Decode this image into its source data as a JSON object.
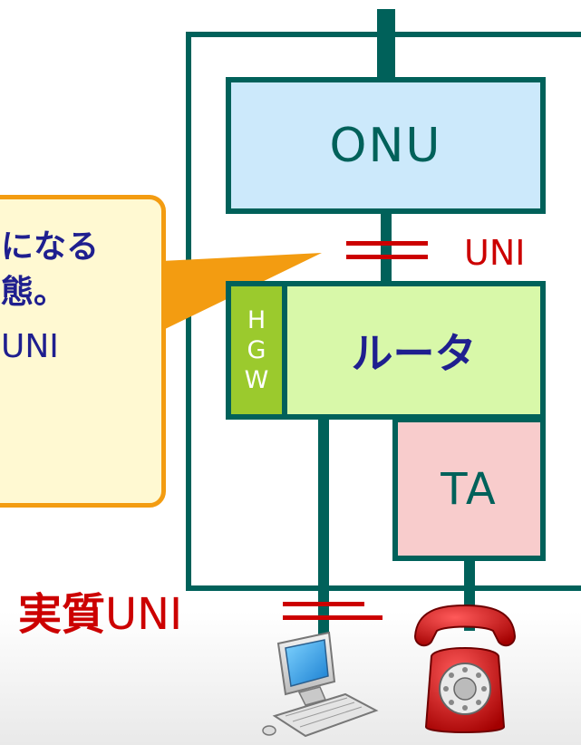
{
  "diagram": {
    "onu_label": "ONU",
    "router_label": "ルータ",
    "hgw_letters": [
      "H",
      "G",
      "W"
    ],
    "ta_label": "TA",
    "uni_label": "UNI",
    "effective_uni": {
      "prefix": "実質",
      "suffix": "UNI"
    },
    "callout_lines": [
      "になる",
      "態。",
      "UNI"
    ],
    "icons": [
      "computer-icon",
      "telephone-icon"
    ],
    "colors": {
      "line": "#00615a",
      "onu_fill": "#cce9fb",
      "router_fill": "#d8f8a9",
      "hgw_fill": "#9bca2d",
      "ta_fill": "#f8cccc",
      "marker": "#cc0000",
      "callout_border": "#f39c11",
      "callout_fill": "#fff9d2"
    }
  }
}
